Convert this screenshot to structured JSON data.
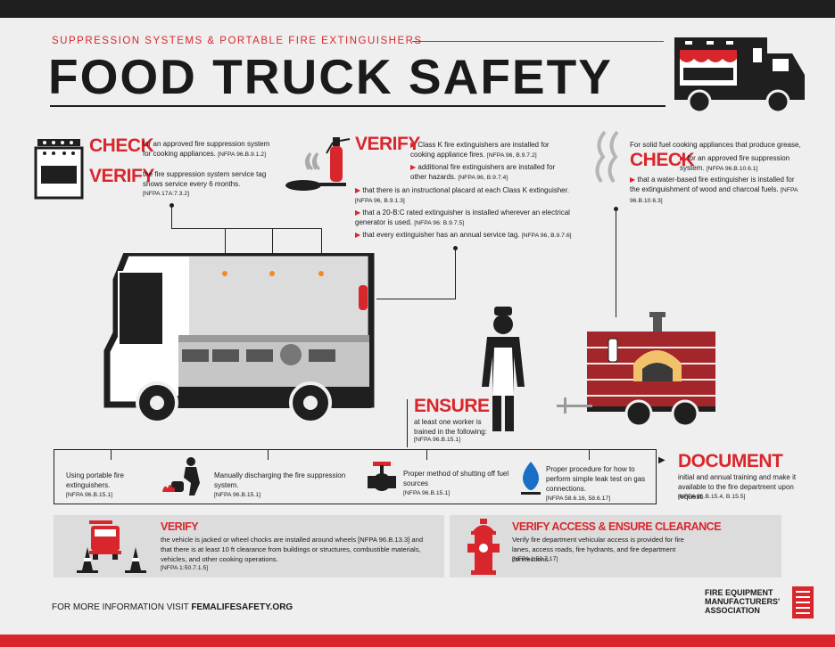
{
  "header": {
    "subtitle": "SUPPRESSION SYSTEMS & PORTABLE FIRE EXTINGUISHERS",
    "title": "FOOD TRUCK SAFETY"
  },
  "check1": {
    "keyword": "CHECK",
    "text": "for an approved fire suppression system for cooking appliances.",
    "ref": "[NFPA 96.B.9.1.2]"
  },
  "verify1": {
    "keyword": "VERIFY",
    "text": "the fire suppression system service tag shows service every 6 months.",
    "ref": "[NFPA 17A:7.3.2]"
  },
  "verify2": {
    "keyword": "VERIFY",
    "item1": "Class K fire extinguishers are installed for cooking appliance fires.",
    "item1_ref": "[NFPA 96, B.9.7.2]",
    "item2": "additional fire extinguishers are installed for other hazards.",
    "item2_ref": "[NFPA 96, B.9.7.4]",
    "item3": "that there is an instructional placard at each Class K extinguisher.",
    "item3_ref": "[NFPA 96, B.9.1.3]",
    "item4": "that a 20-B:C rated extinguisher is installed wherever an electrical generator is used.",
    "item4_ref": "[NFPA 96: B.9.7.5]",
    "item5": "that every extinguisher has an annual service tag.",
    "item5_ref": "[NFPA 96, B.9.7.6]"
  },
  "check2": {
    "intro": "For solid fuel cooking appliances that produce grease,",
    "keyword": "CHECK",
    "item1": "for an approved fire suppression system.",
    "item1_ref": "[NFPA 96.B.10.6.1]",
    "item2": "that a water-based fire extinguisher is installed for the extinguishment of wood and charcoal fuels.",
    "item2_ref": "[NFPA 96.B.10.6.3]"
  },
  "ensure": {
    "keyword": "ENSURE",
    "text": "at least one worker is trained in the following:",
    "ref": "[NFPA 96.B.15.1]"
  },
  "training": [
    {
      "text": "Using portable fire extinguishers.",
      "ref": "[NFPA 96.B.15.1]"
    },
    {
      "text": "Manually discharging the fire suppression system.",
      "ref": "[NFPA 96.B.15.1]"
    },
    {
      "text": "Proper method of shutting off fuel sources",
      "ref": "[NFPA 96.B.15.1]"
    },
    {
      "text": "Proper procedure for how to perform simple leak test on gas connections.",
      "ref": "[NFPA 58.6.16, 58.6.17]"
    }
  ],
  "document": {
    "keyword": "DOCUMENT",
    "text": "initial and annual training and make it available to the fire department upon request.",
    "ref": "[NFPA 96.B.15.4, B.15.5]"
  },
  "verify3": {
    "keyword": "VERIFY",
    "text": "the vehicle is jacked or wheel chocks are installed around wheels [NFPA 96.B.13.3] and that there is at least 10 ft clearance from buildings or structures, combustible materials, vehicles, and other cooking operations.",
    "ref": "[NFPA 1:50.7.1.5]"
  },
  "verify4": {
    "keyword": "VERIFY ACCESS & ENSURE CLEARANCE",
    "text": "Verify fire department vehicular access is provided for fire lanes, access roads, fire hydrants, and fire department connections.",
    "ref": "[NFPA 1:50.7.17]"
  },
  "footer": {
    "info_prefix": "FOR MORE INFORMATION VISIT ",
    "info_url": "FEMALIFESAFETY.ORG",
    "org_line1": "FIRE EQUIPMENT",
    "org_line2": "MANUFACTURERS'",
    "org_line3": "ASSOCIATION"
  },
  "colors": {
    "accent": "#d9262c",
    "dark": "#1f1f1f",
    "background": "#efefef",
    "orange": "#f08a24",
    "brick": "#a3262a"
  },
  "icons": [
    "stove-icon",
    "fire-extinguisher-icon",
    "frying-pan-icon",
    "smoke-icon",
    "food-truck-icon",
    "pizza-oven-icon",
    "chef-icon",
    "worker-extinguisher-icon",
    "valve-icon",
    "gas-flame-icon",
    "fire-truck-icon",
    "traffic-cone-icon",
    "fire-hydrant-icon",
    "fema-logo-icon"
  ]
}
